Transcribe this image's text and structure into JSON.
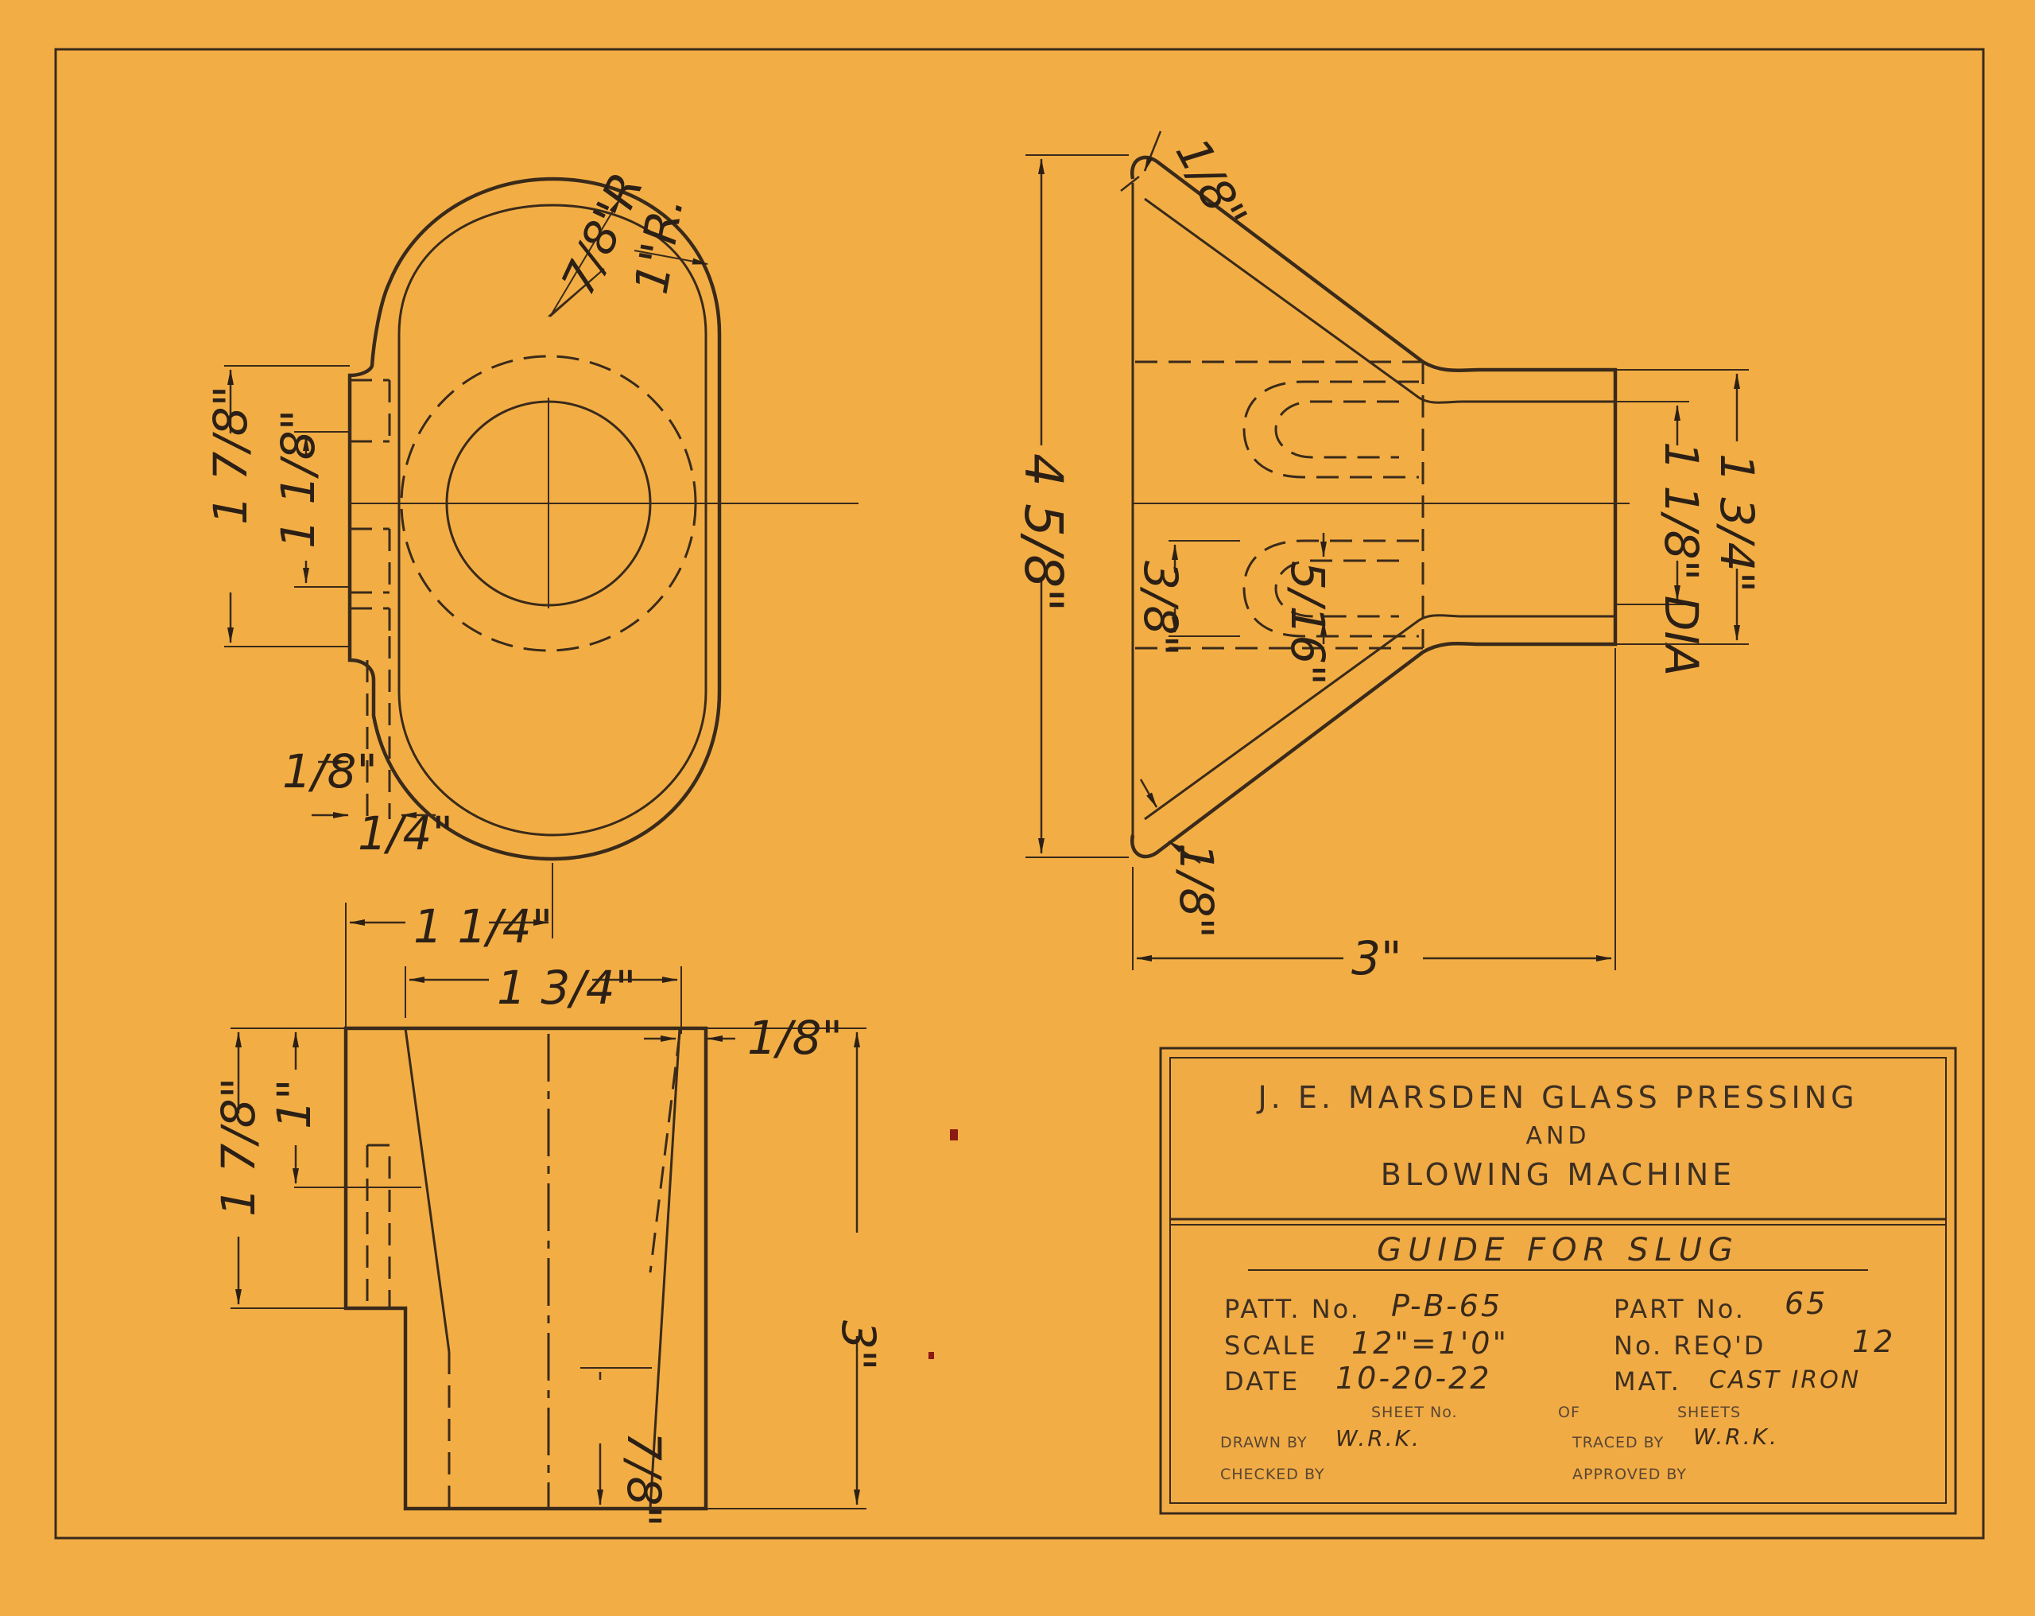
{
  "title_block": {
    "company_line1": "J. E. MARSDEN GLASS PRESSING",
    "company_line2": "AND",
    "company_line3": "BLOWING MACHINE",
    "part_name": "GUIDE FOR SLUG",
    "patt_label": "PATT. No.",
    "patt_value": "P-B-65",
    "part_label": "PART No.",
    "part_value": "65",
    "scale_label": "SCALE",
    "scale_value": "12\"=1'0\"",
    "req_label": "No. REQ'D",
    "req_value": "12",
    "date_label": "DATE",
    "date_value": "10-20-22",
    "mat_label": "MAT.",
    "mat_value": "CAST IRON",
    "sheet_label": "SHEET No.",
    "of_label": "OF",
    "sheets_label": "SHEETS",
    "drawn_label": "DRAWN BY",
    "drawn_value": "W.R.K.",
    "traced_label": "TRACED BY",
    "traced_value": "W.R.K.",
    "checked_label": "CHECKED BY",
    "approved_label": "APPROVED BY"
  },
  "dimensions": {
    "top_radius": "7/8\"R",
    "top_radius_1": "1\"R.",
    "left_overall": "1 7/8\"",
    "left_inner": "1 1/8\"",
    "left_wall": "1/8\"",
    "left_lug": "1/4\"",
    "left_lug_top": "\"",
    "width_top": "1 1/4\"",
    "width_bottom": "1 3/4\"",
    "right_top_wall": "1/8\"",
    "right_height": "4 5/8\"",
    "right_bottom_wall": "1/8\"",
    "right_length": "3\"",
    "right_bore": "1 1/8\" DIA",
    "right_neck": "1 3/4\"",
    "slot_width": "3/8\"",
    "slot_radius": "5/16\"",
    "front_height": "1 7/8\"",
    "front_lug": "1\"",
    "front_wall": "1/8\"",
    "front_total": "3\"",
    "front_bottom": "7/8\""
  },
  "colors": {
    "paper": "#f2ae45",
    "ink": "#3a2a1a"
  }
}
